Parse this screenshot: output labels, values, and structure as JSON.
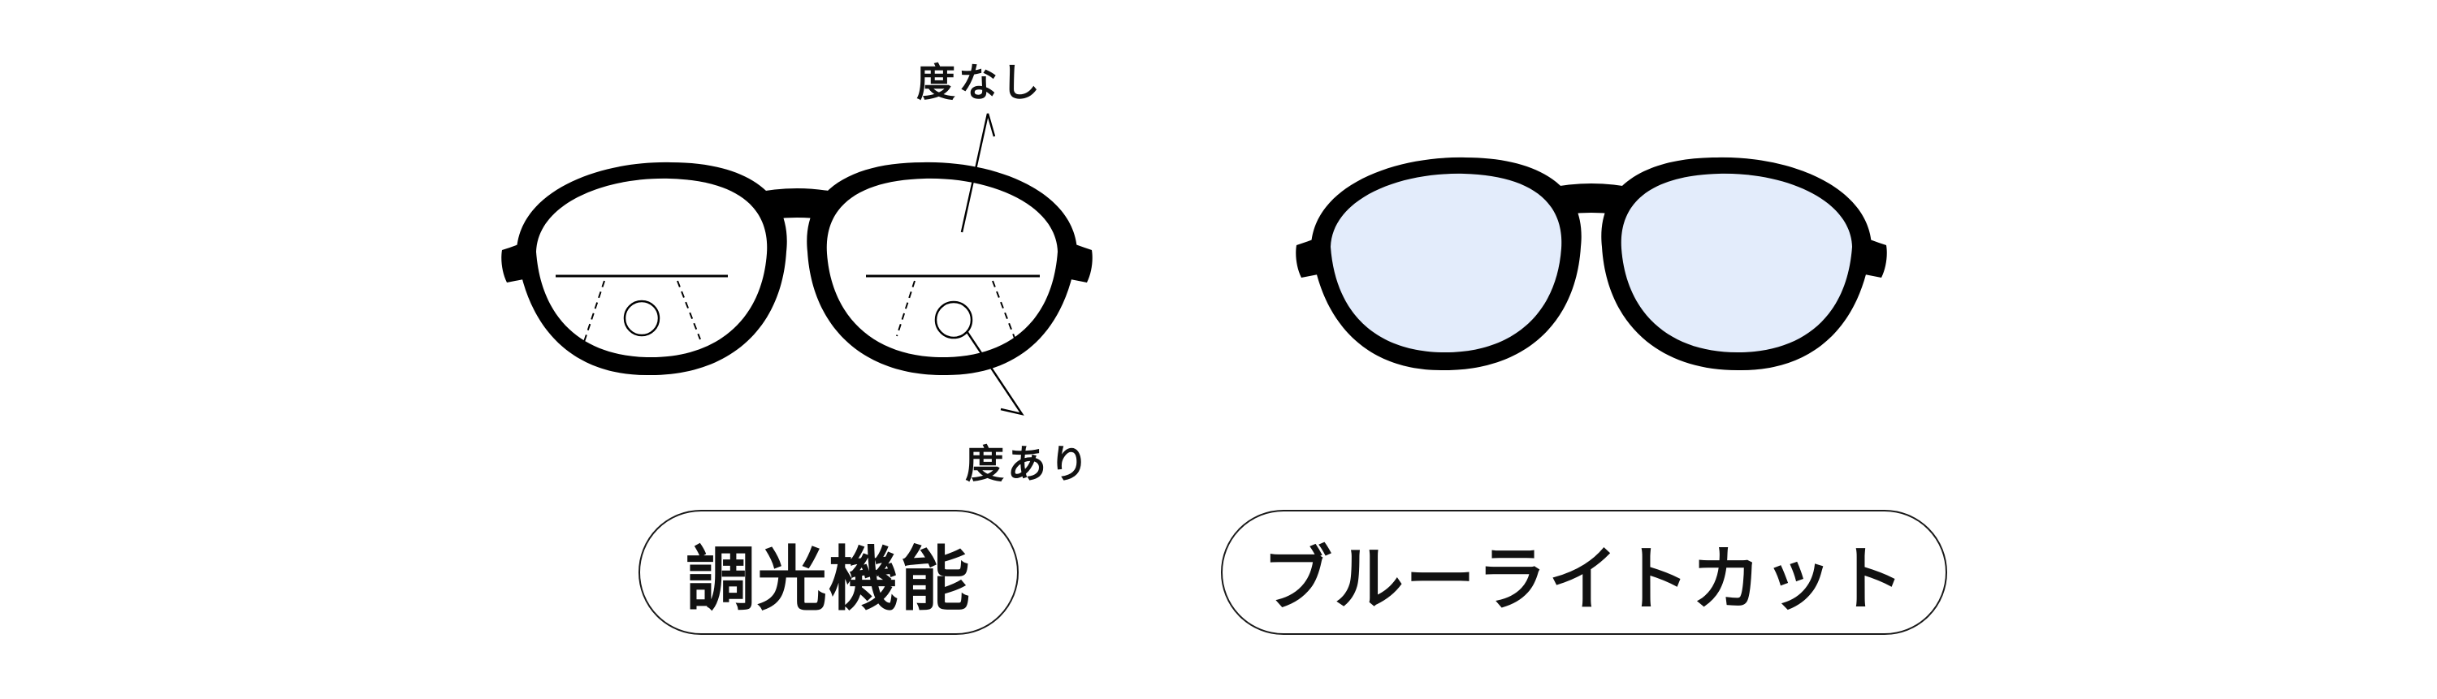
{
  "labels": {
    "left_feature": "調光機能",
    "right_feature": "ブルーライトカット"
  },
  "callouts": {
    "upper": "度なし",
    "lower": "度あり"
  },
  "colors": {
    "frame": "#000000",
    "blue_lens": "#e3ecfb",
    "clear_lens": "#ffffff",
    "outline": "#1a1a1a"
  }
}
